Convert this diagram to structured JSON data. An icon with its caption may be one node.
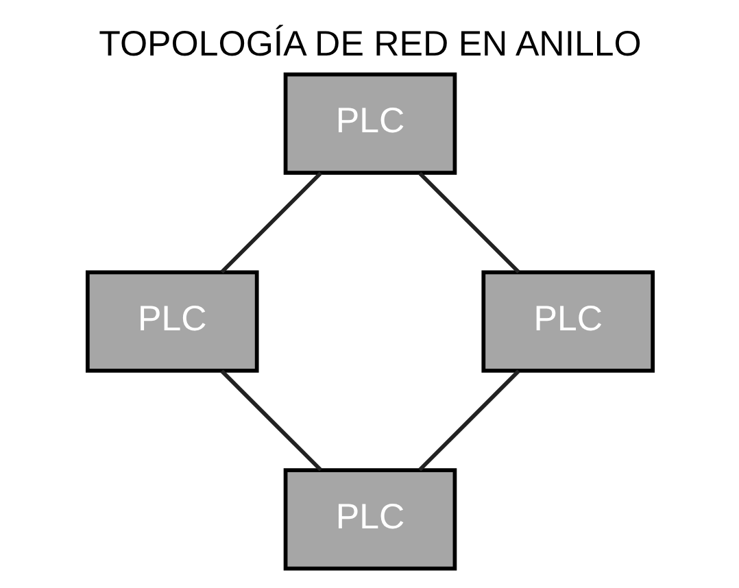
{
  "diagram": {
    "title": "TOPOLOGÍA DE RED EN ANILLO",
    "nodes": [
      {
        "text": [
          "PLC"
        ]
      },
      {
        "text": [
          "PLC"
        ]
      },
      {
        "text": [
          "PLC"
        ]
      },
      {
        "text": [
          "PLC"
        ]
      }
    ],
    "edges": [
      {
        "from": 0,
        "to": 1,
        "arrow": "none"
      },
      {
        "from": 0,
        "to": 2,
        "arrow": "none"
      },
      {
        "from": 2,
        "to": 3,
        "arrow": "none"
      },
      {
        "from": 3,
        "to": 1,
        "arrow": "none"
      }
    ]
  }
}
